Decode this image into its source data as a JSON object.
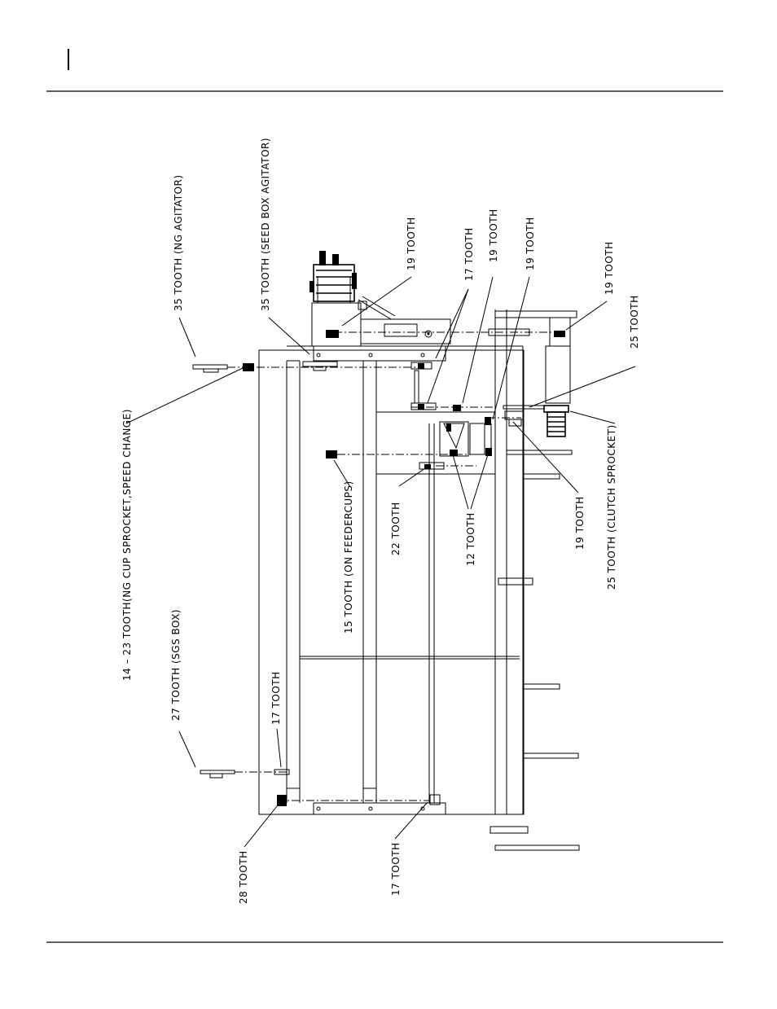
{
  "labels": {
    "ng_agitator": "35 TOOTH (NG AGITATOR)",
    "seed_box_agitator": "35 TOOTH (SEED BOX AGITATOR)",
    "speed_change": "14 – 23 TOOTH(NG CUP SPROCKET,SPEED CHANGE)",
    "sgs_box": "27 TOOTH (SGS BOX)",
    "t17_top": "17 TOOTH",
    "t28": "28 TOOTH",
    "t17_bottom": "17 TOOTH",
    "feedercups": "15 TOOTH (ON FEEDERCUPS)",
    "t22": "22 TOOTH",
    "t19_a": "19 TOOTH",
    "t17_mid": "17 TOOTH",
    "t19_b": "19 TOOTH",
    "t19_c": "19 TOOTH",
    "t19_d": "19 TOOTH",
    "t12": "12 TOOTH",
    "t25": "25 TOOTH",
    "t19_e": "19 TOOTH",
    "clutch": "25 TOOTH (CLUTCH SPROCKET)"
  }
}
